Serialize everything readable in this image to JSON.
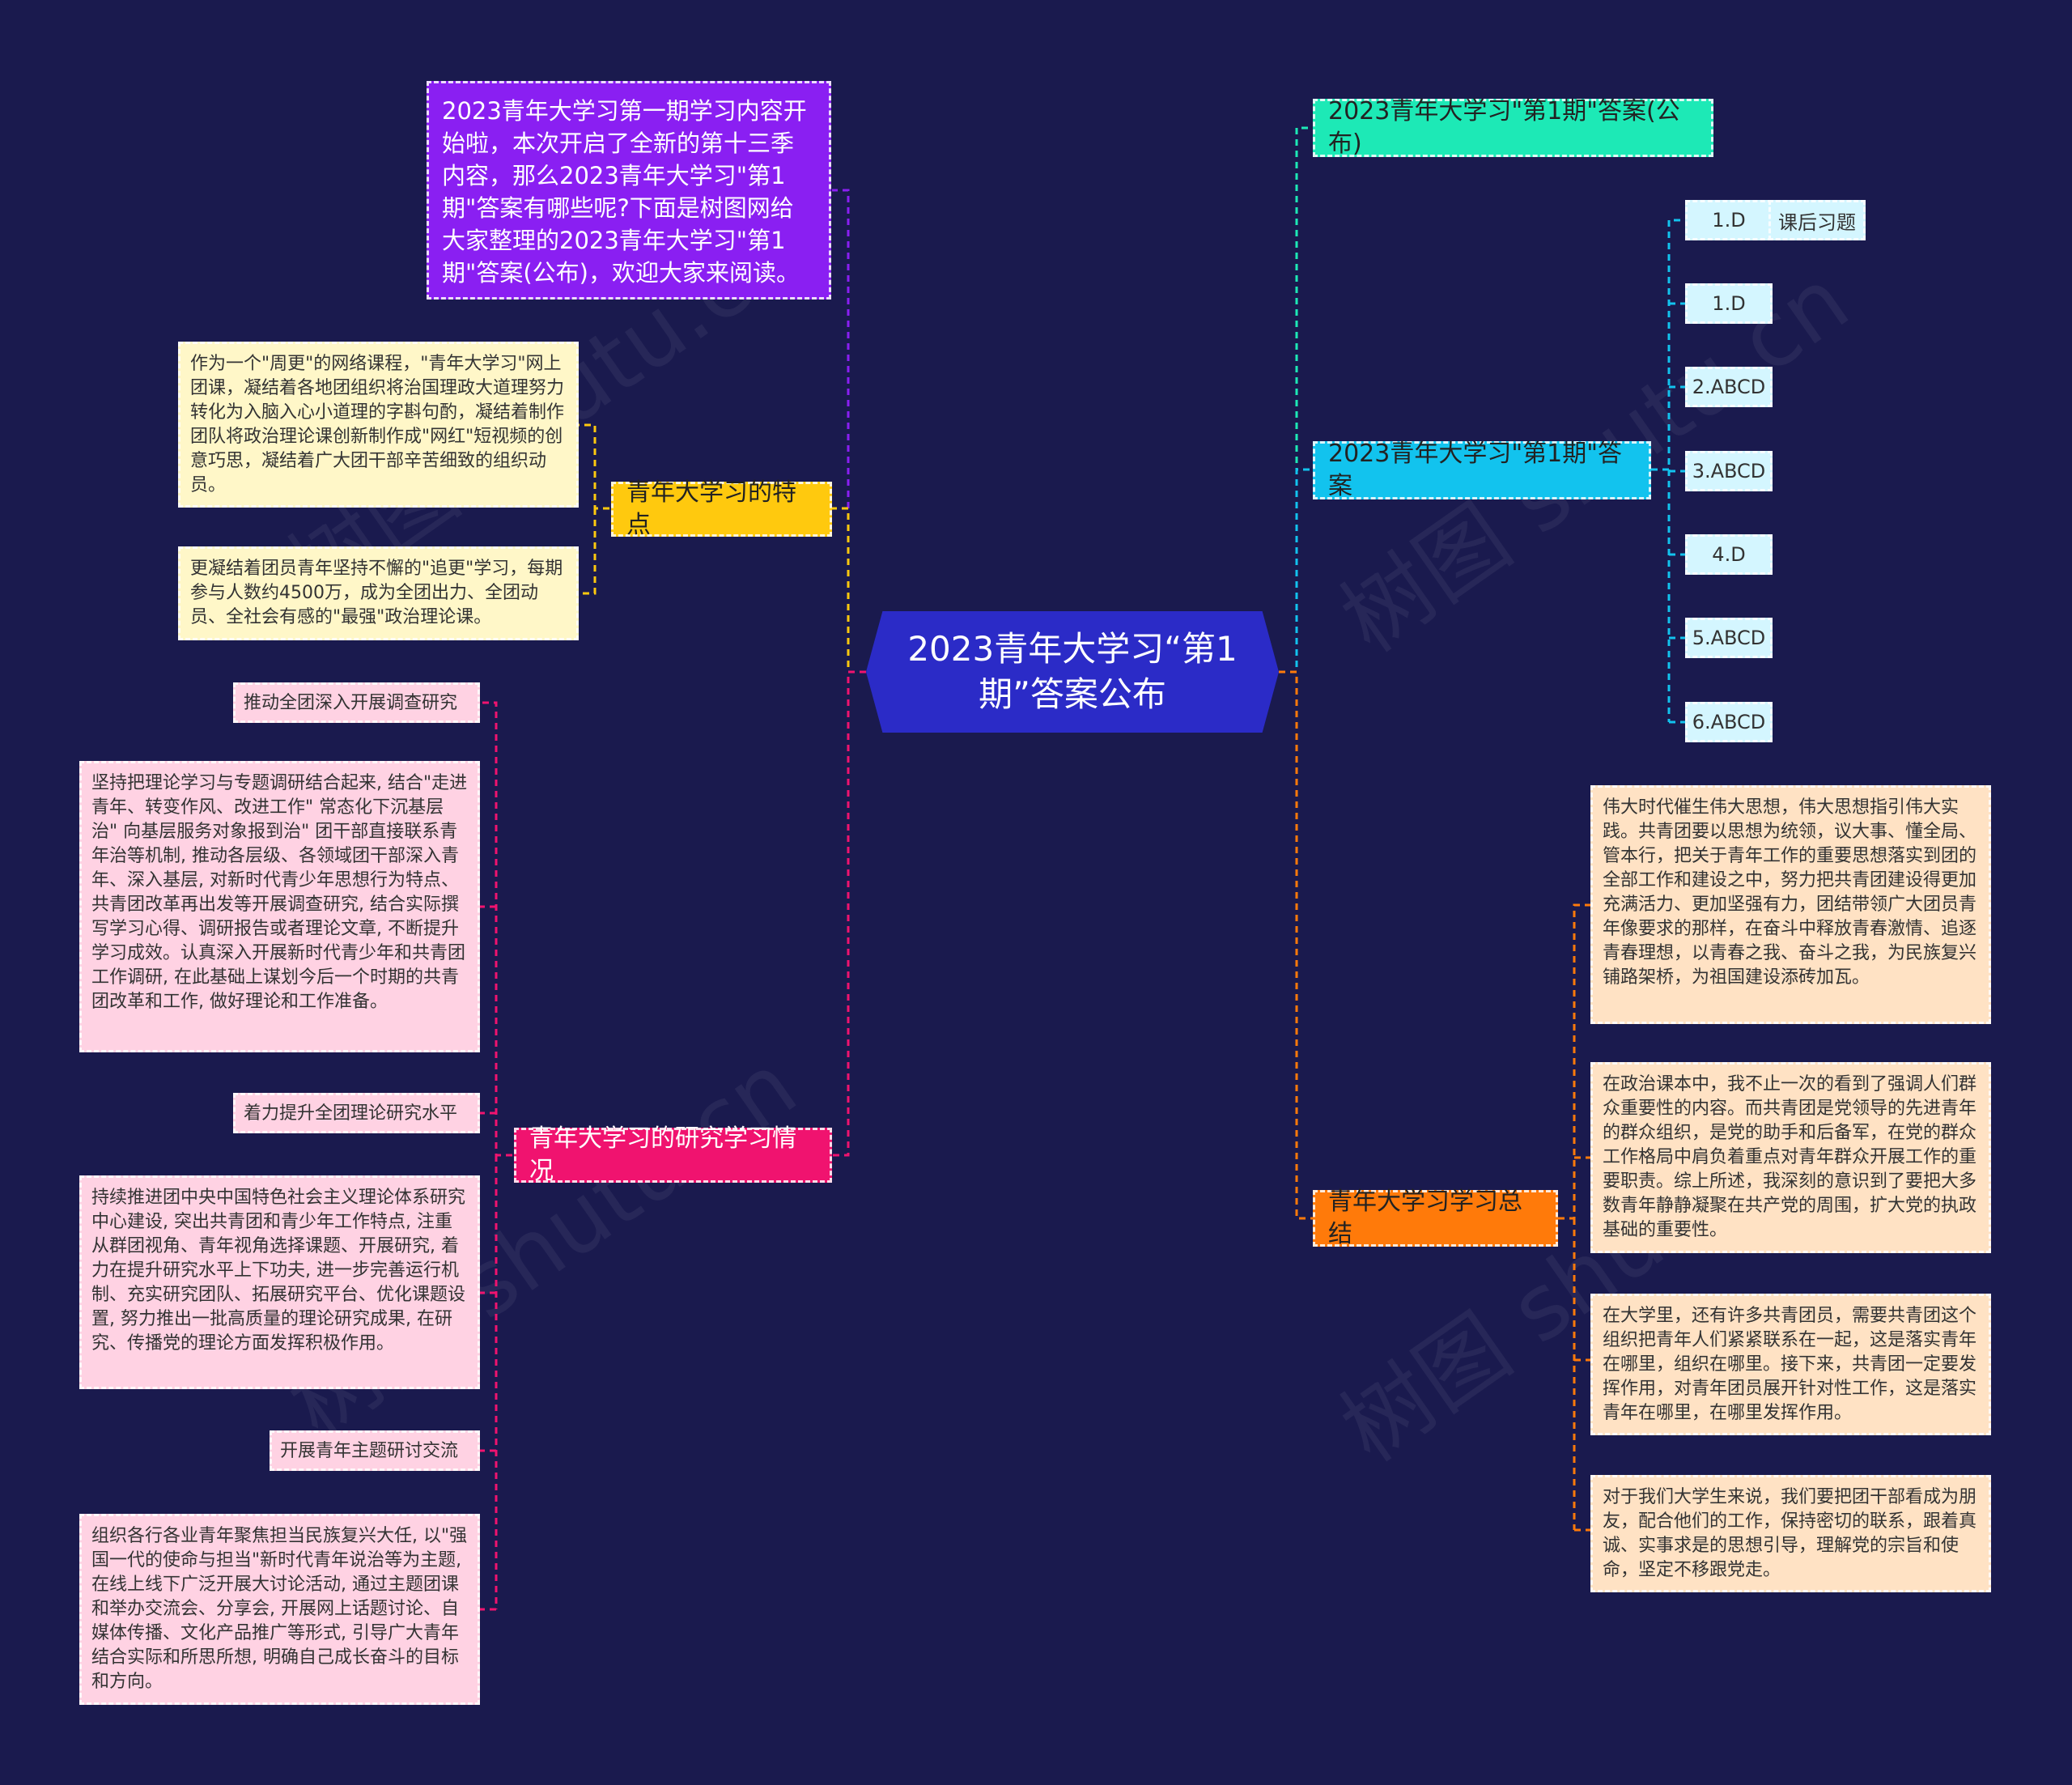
{
  "colors": {
    "background": "#1a1a4e",
    "center": "#2b2bc7",
    "intro": "#8a1ff2",
    "features": "#ffc90e",
    "features_leaf": "#fff7c8",
    "research": "#f0136f",
    "research_leaf": "#ffd2e3",
    "answer_public": "#1de9b6",
    "answers": "#12c3ee",
    "answers_leaf": "#d4f6ff",
    "summary": "#ff7a0a",
    "summary_leaf": "#ffe2c4"
  },
  "center": {
    "title": "2023青年大学习“第1期”答案公布"
  },
  "intro": {
    "text": "2023青年大学习第一期学习内容开始啦，本次开启了全新的第十三季内容，那么2023青年大学习\"第1期\"答案有哪些呢?下面是树图网给大家整理的2023青年大学习\"第1期\"答案(公布)，欢迎大家来阅读。"
  },
  "features": {
    "label": "青年大学习的特点",
    "items": [
      "作为一个\"周更\"的网络课程，\"青年大学习\"网上团课，凝结着各地团组织将治国理政大道理努力转化为入脑入心小道理的字斟句酌，凝结着制作团队将政治理论课创新制作成\"网红\"短视频的创意巧思，凝结着广大团干部辛苦细致的组织动员。",
      "更凝结着团员青年坚持不懈的\"追更\"学习，每期参与人数约4500万，成为全团出力、全团动员、全社会有感的\"最强\"政治理论课。"
    ]
  },
  "research": {
    "label": "青年大学习的研究学习情况",
    "items": [
      "推动全团深入开展调查研究",
      "坚持把理论学习与专题调研结合起来, 结合\"走进青年、转变作风、改进工作\" 常态化下沉基层治\" 向基层服务对象报到治\" 团干部直接联系青年治等机制, 推动各层级、各领域团干部深入青年、深入基层, 对新时代青少年思想行为特点、共青团改革再出发等开展调查研究, 结合实际撰写学习心得、调研报告或者理论文章, 不断提升学习成效。认真深入开展新时代青少年和共青团工作调研, 在此基础上谋划今后一个时期的共青团改革和工作, 做好理论和工作准备。",
      "着力提升全团理论研究水平",
      "持续推进团中央中国特色社会主义理论体系研究中心建设, 突出共青团和青少年工作特点, 注重从群团视角、青年视角选择课题、开展研究, 着力在提升研究水平上下功夫, 进一步完善运行机制、充实研究团队、拓展研究平台、优化课题设置, 努力推出一批高质量的理论研究成果, 在研究、传播党的理论方面发挥积极作用。",
      "开展青年主题研讨交流",
      "组织各行各业青年聚焦担当民族复兴大任, 以\"强国一代的使命与担当\"新时代青年说治等为主题, 在线上线下广泛开展大讨论活动, 通过主题团课和举办交流会、分享会, 开展网上话题讨论、自媒体传播、文化产品推广等形式, 引导广大青年结合实际和所思所想, 明确自己成长奋斗的目标和方向。"
    ]
  },
  "answer_public": {
    "label": "2023青年大学习\"第1期\"答案(公布)"
  },
  "answers": {
    "label": "2023青年大学习\"第1期\"答案",
    "items": [
      "1.D",
      "1.D",
      "2.ABCD",
      "3.ABCD",
      "4.D",
      "5.ABCD",
      "6.ABCD"
    ],
    "first_child": "课后习题"
  },
  "summary": {
    "label": "青年大学习学习总结",
    "items": [
      "伟大时代催生伟大思想，伟大思想指引伟大实践。共青团要以思想为统领，议大事、懂全局、管本行，把关于青年工作的重要思想落实到团的全部工作和建设之中，努力把共青团建设得更加充满活力、更加坚强有力，团结带领广大团员青年像要求的那样，在奋斗中释放青春激情、追逐青春理想，以青春之我、奋斗之我，为民族复兴铺路架桥，为祖国建设添砖加瓦。",
      "在政治课本中，我不止一次的看到了强调人们群众重要性的内容。而共青团是党领导的先进青年的群众组织，是党的助手和后备军，在党的群众工作格局中肩负着重点对青年群众开展工作的重要职责。综上所述，我深刻的意识到了要把大多数青年静静凝聚在共产党的周围，扩大党的执政基础的重要性。",
      "在大学里，还有许多共青团员，需要共青团这个组织把青年人们紧紧联系在一起，这是落实青年在哪里，组织在哪里。接下来，共青团一定要发挥作用，对青年团员展开针对性工作，这是落实青年在哪里，在哪里发挥作用。",
      "对于我们大学生来说，我们要把团干部看成为朋友，配合他们的工作，保持密切的联系，跟着真诚、实事求是的思想引导，理解党的宗旨和使命，坚定不移跟党走。"
    ]
  }
}
